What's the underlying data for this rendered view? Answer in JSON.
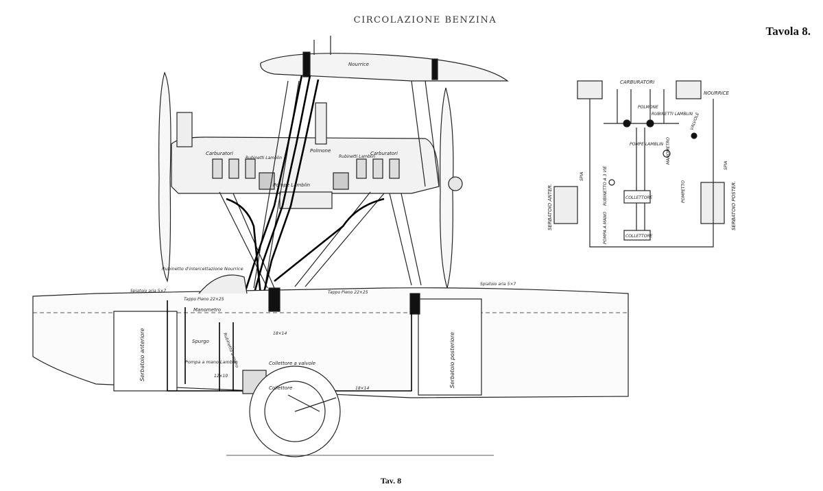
{
  "header": {
    "title": "CIRCOLAZIONE BENZINA",
    "plate": "Tavola 8."
  },
  "caption": "Tav. 8",
  "labels": {
    "nourrice_wing": "Nourrice",
    "carburatore_left": "Carburatori",
    "carburatore_right": "Carburatori",
    "rubinetto_lamblin_left": "Rubinetti Lamblin",
    "rubinetto_lamblin_right": "Rubinetti Lamblin",
    "polmone": "Polmone",
    "pompe_lamblin": "Pompe Lamblin",
    "rubinetto_intercettazione": "Rubinetto d'intercettazione Nourrice",
    "spiatoio_left": "Spiatoio aria 5×7",
    "spiatoio_right": "Spiatoio aria 5×7",
    "tappo_pieno_left": "Tappo Pieno 22×25",
    "tappo_pieno_right": "Tappo Pieno 22×25",
    "manometro": "Manometro",
    "spurgo": "Spurgo",
    "rubinetto_mano": "Rubinetto a mano",
    "pompa_mano": "Pompa a mano Lamblin",
    "collettore_valvole": "Collettore a valvole",
    "collettore": "Collettore",
    "serbatoio_anteriore": "Serbatoio anteriore",
    "serbatoio_posteriore": "Serbatoio posteriore",
    "tube_size_a": "18×14",
    "tube_size_b": "18×14",
    "tube_size_c": "12×10",
    "schema_carburatori": "CARBURATORI",
    "schema_nourrice": "NOURRICE",
    "schema_polmone": "POLMONE",
    "schema_rubinetti": "RUBINETTI LAMBLIN",
    "schema_pompe": "POMPE LAMBLIN",
    "schema_manometro": "MANOMETRO",
    "schema_valvole": "VALVOLE",
    "schema_collettore_1": "COLLETTORE",
    "schema_collettore_2": "COLLETTORE",
    "schema_serbatoio_ant": "SERBATOIO ANTER.",
    "schema_serbatoio_post": "SERBATOIO POSTER.",
    "schema_spia_left": "SPIA",
    "schema_spia_right": "SPIA",
    "schema_pompa_mano": "POMPA A MANO",
    "schema_rubinetto_3vie": "RUBINETTO A 3 VIE",
    "schema_pompetto": "POMPETTO"
  }
}
